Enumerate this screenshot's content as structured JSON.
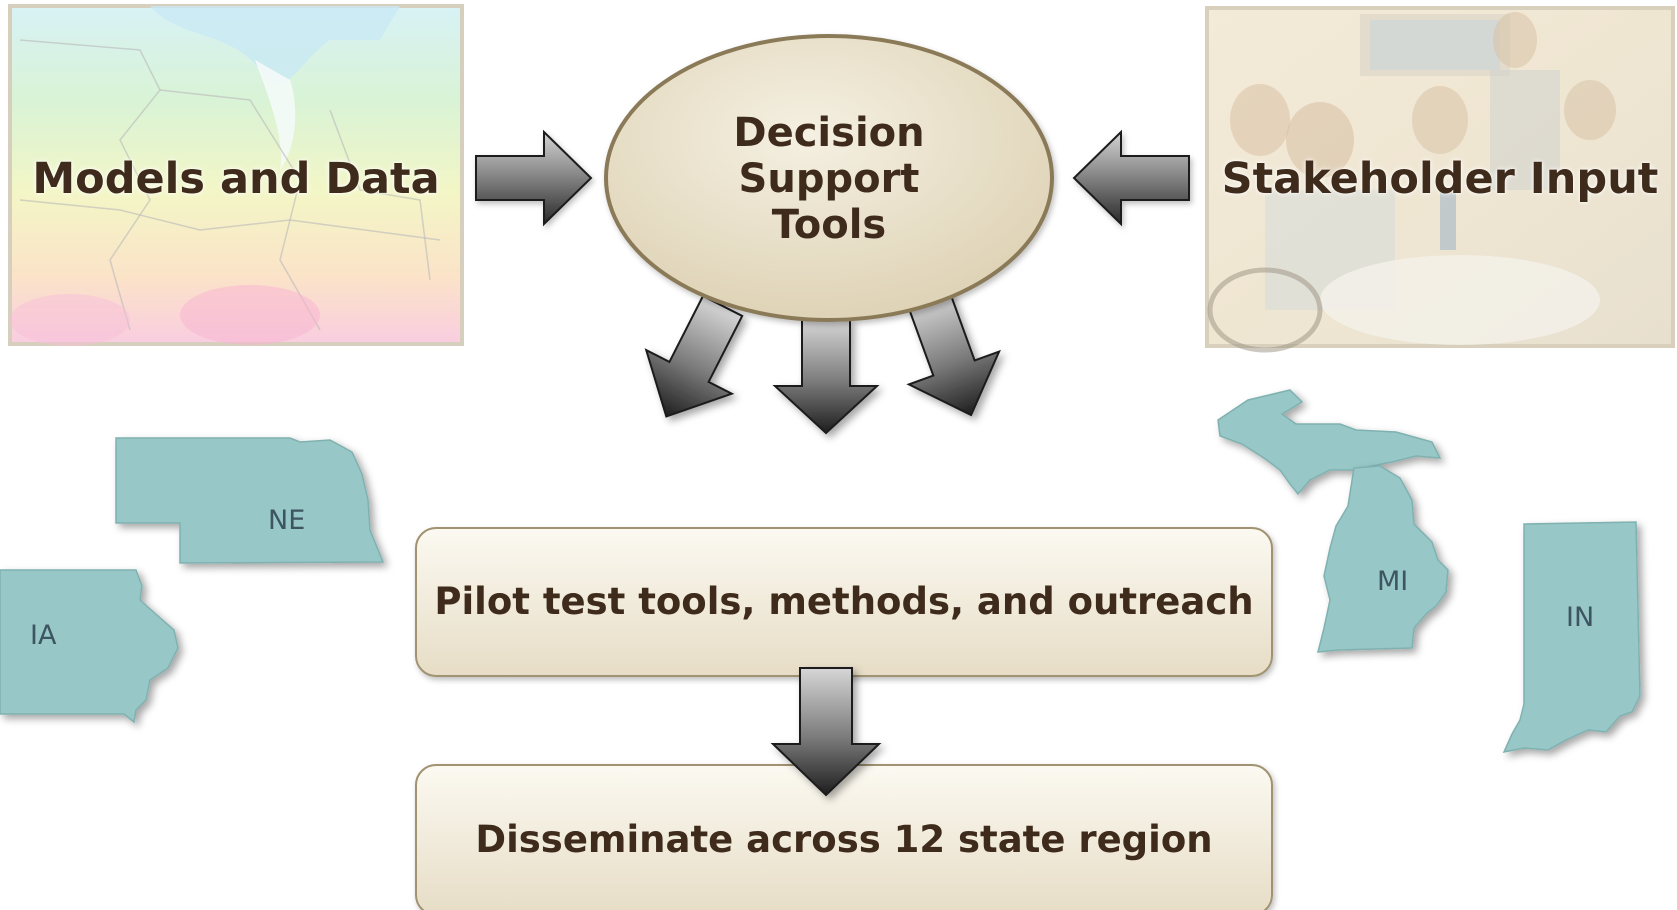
{
  "diagram": {
    "inputs": {
      "left_label": "Models and Data",
      "right_label": "Stakeholder Input"
    },
    "center": {
      "line1": "Decision",
      "line2": "Support",
      "line3": "Tools"
    },
    "steps": [
      "Pilot test tools, methods, and outreach",
      "Disseminate across 12 state region"
    ],
    "states": {
      "ne": "NE",
      "ia": "IA",
      "mi": "MI",
      "in": "IN"
    }
  },
  "colors": {
    "text_brown": "#3f2b1c",
    "oval_fill": "#e6dcc4",
    "oval_border": "#8a7a58",
    "state_fill": "#97c7c6",
    "arrow_dark": "#2b2b2b",
    "arrow_light": "#d8d8d8"
  }
}
